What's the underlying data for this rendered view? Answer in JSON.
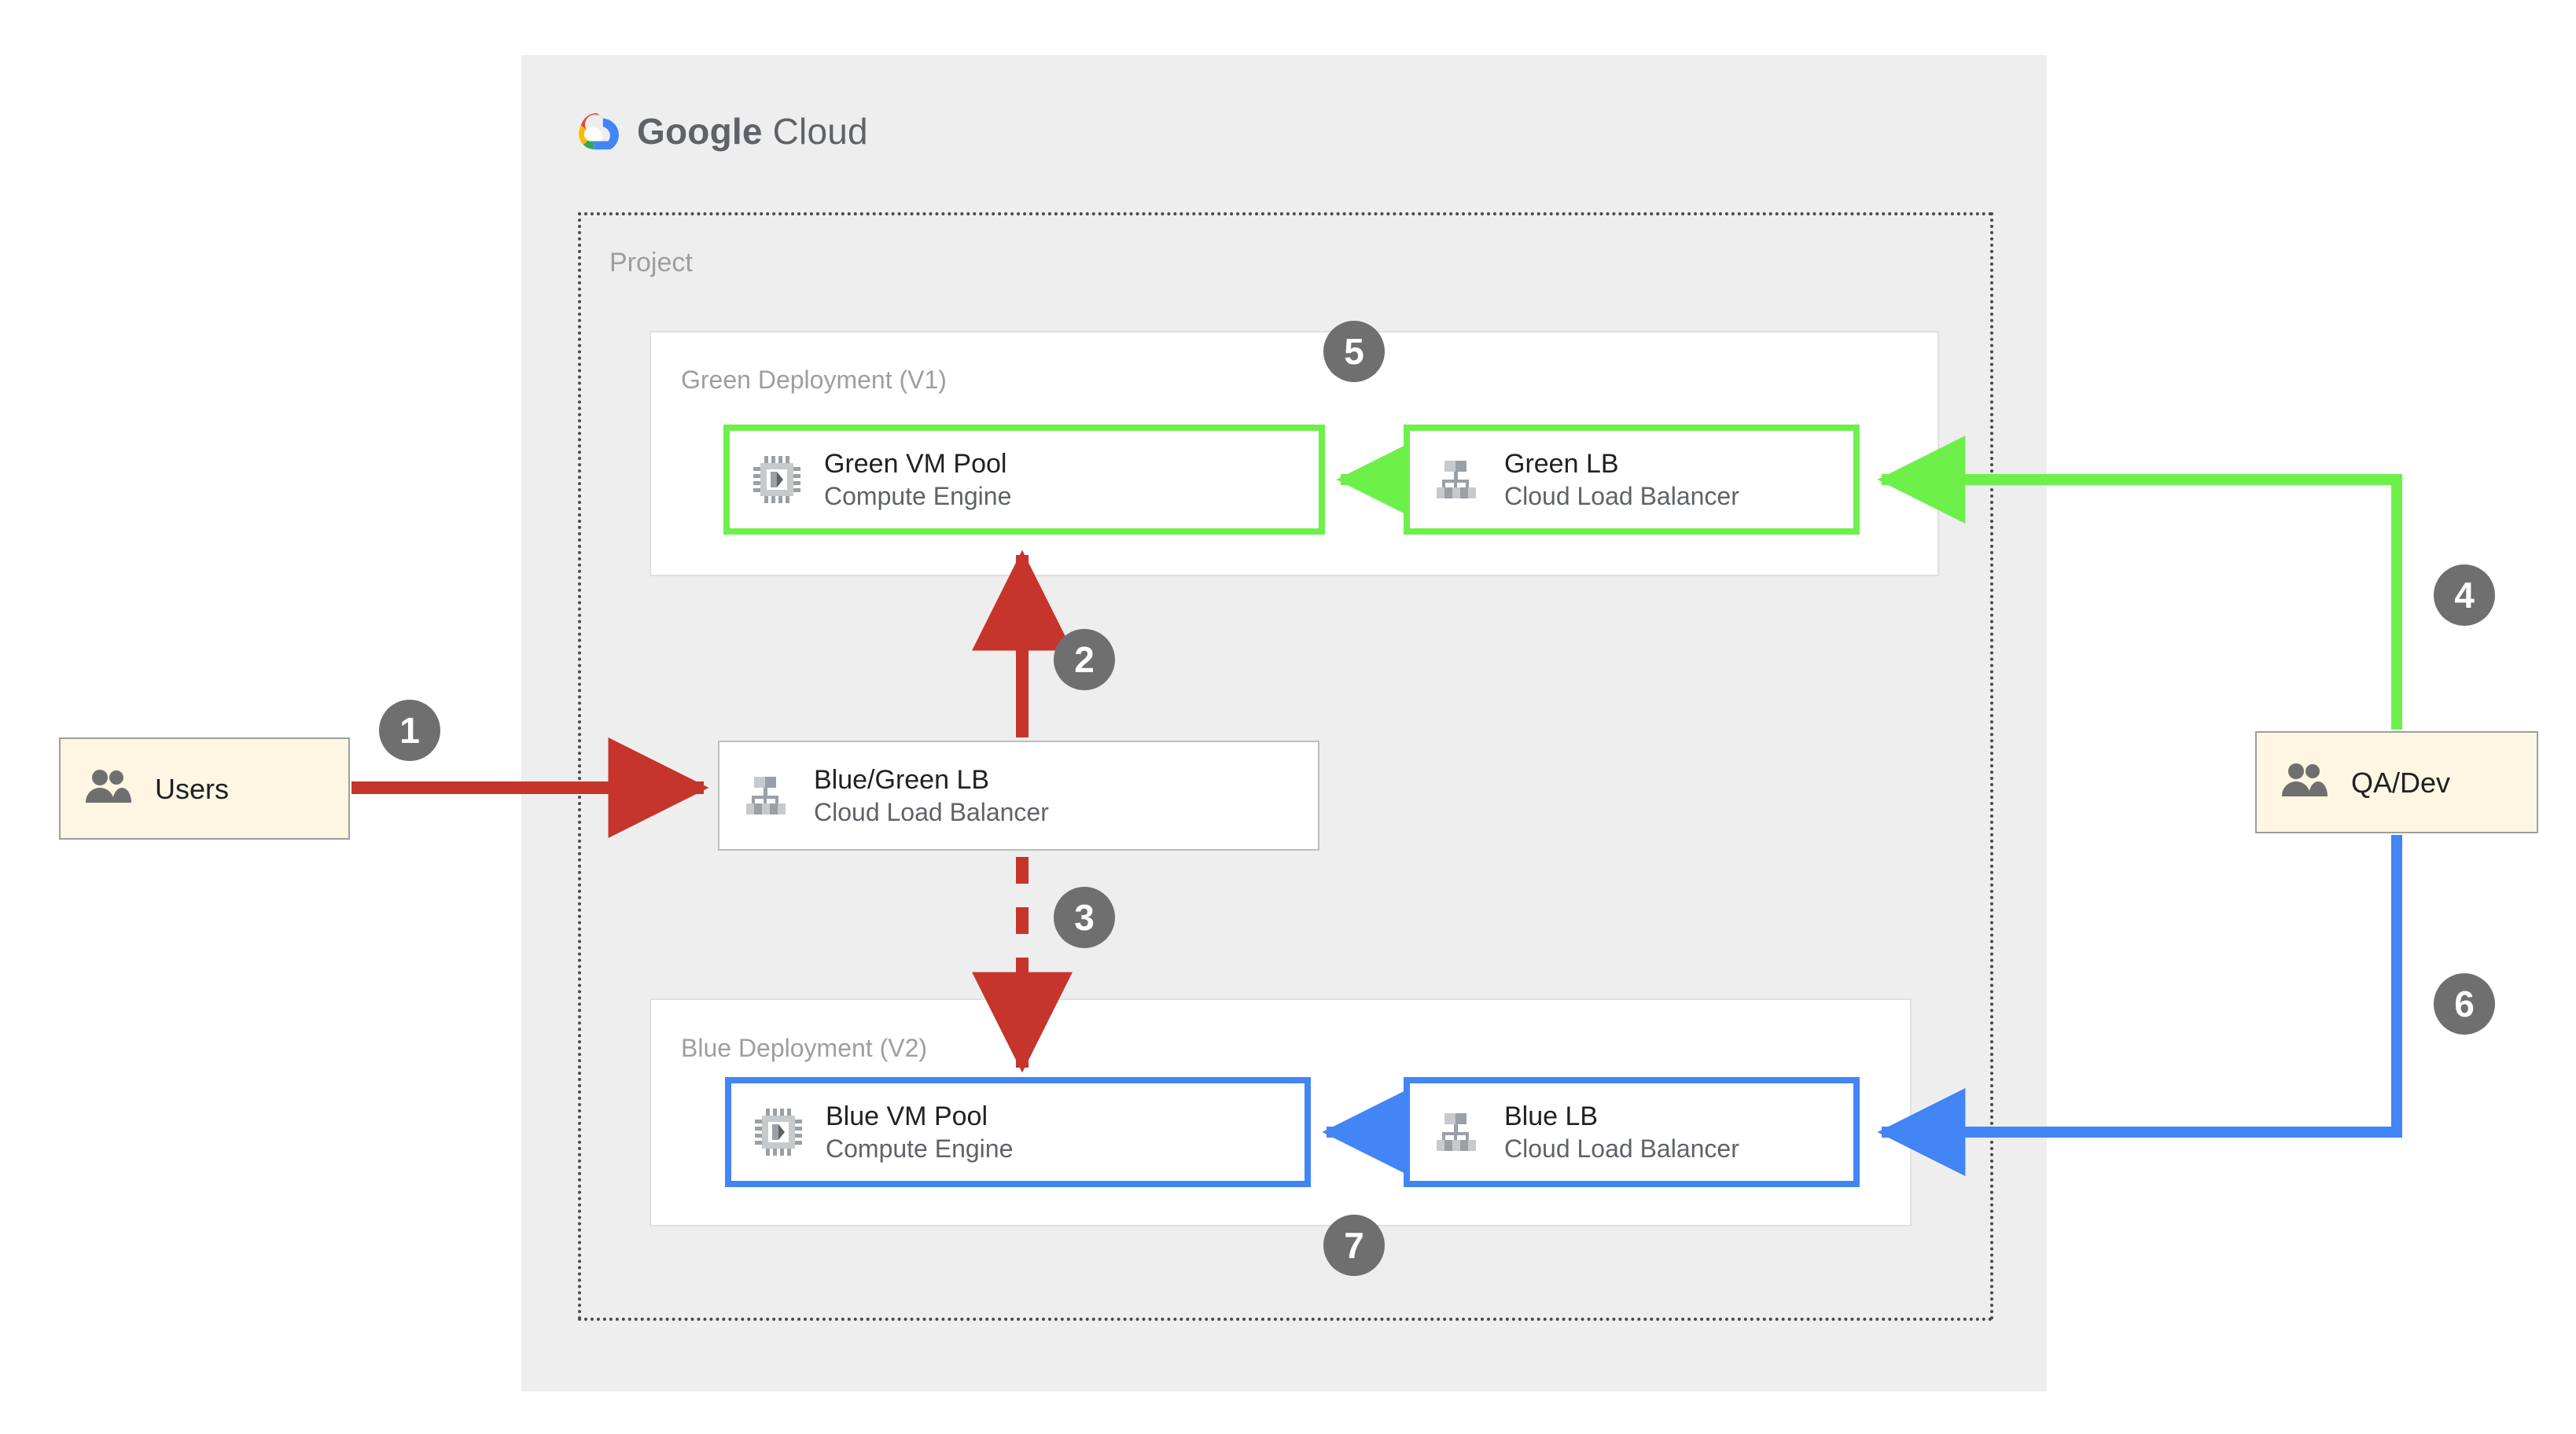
{
  "cloud": {
    "logo_text_bold": "Google",
    "logo_text_light": "Cloud",
    "logo_icon": "google-cloud-logo-icon"
  },
  "project": {
    "label": "Project"
  },
  "deployments": [
    {
      "id": "green",
      "label": "Green Deployment (V1)"
    },
    {
      "id": "blue",
      "label": "Blue Deployment (V2)"
    }
  ],
  "nodes": {
    "green_vm": {
      "title": "Green VM Pool",
      "subtitle": "Compute Engine",
      "icon": "cpu-chip-icon"
    },
    "green_lb": {
      "title": "Green LB",
      "subtitle": "Cloud Load Balancer",
      "icon": "load-balancer-icon"
    },
    "bluegreen_lb": {
      "title": "Blue/Green LB",
      "subtitle": "Cloud Load Balancer",
      "icon": "load-balancer-icon"
    },
    "blue_vm": {
      "title": "Blue VM Pool",
      "subtitle": "Compute Engine",
      "icon": "cpu-chip-icon"
    },
    "blue_lb": {
      "title": "Blue LB",
      "subtitle": "Cloud Load Balancer",
      "icon": "load-balancer-icon"
    },
    "users": {
      "title": "Users",
      "icon": "people-icon"
    },
    "qadev": {
      "title": "QA/Dev",
      "icon": "people-icon"
    }
  },
  "steps": [
    {
      "number": "1",
      "from": "users",
      "to": "bluegreen_lb",
      "style": "solid",
      "color": "#c5352b"
    },
    {
      "number": "2",
      "from": "bluegreen_lb",
      "to": "green_vm",
      "style": "solid",
      "color": "#c5352b"
    },
    {
      "number": "3",
      "from": "bluegreen_lb",
      "to": "blue_vm",
      "style": "dashed",
      "color": "#c5352b"
    },
    {
      "number": "4",
      "from": "qadev",
      "to": "green_lb",
      "style": "solid",
      "color": "#6ef04b"
    },
    {
      "number": "5",
      "from": "green_lb",
      "to": "green_vm",
      "style": "solid",
      "color": "#6ef04b"
    },
    {
      "number": "6",
      "from": "qadev",
      "to": "blue_lb",
      "style": "solid",
      "color": "#4285f4"
    },
    {
      "number": "7",
      "from": "blue_lb",
      "to": "blue_vm",
      "style": "solid",
      "color": "#4285f4"
    }
  ],
  "colors": {
    "green": "#6ef04b",
    "blue": "#4285f4",
    "red": "#c5352b",
    "badge_gray": "#6f6f6f",
    "panel_gray": "#eeeeee",
    "actor_cream": "#fdf6e3",
    "label_gray": "#9e9e9e"
  }
}
